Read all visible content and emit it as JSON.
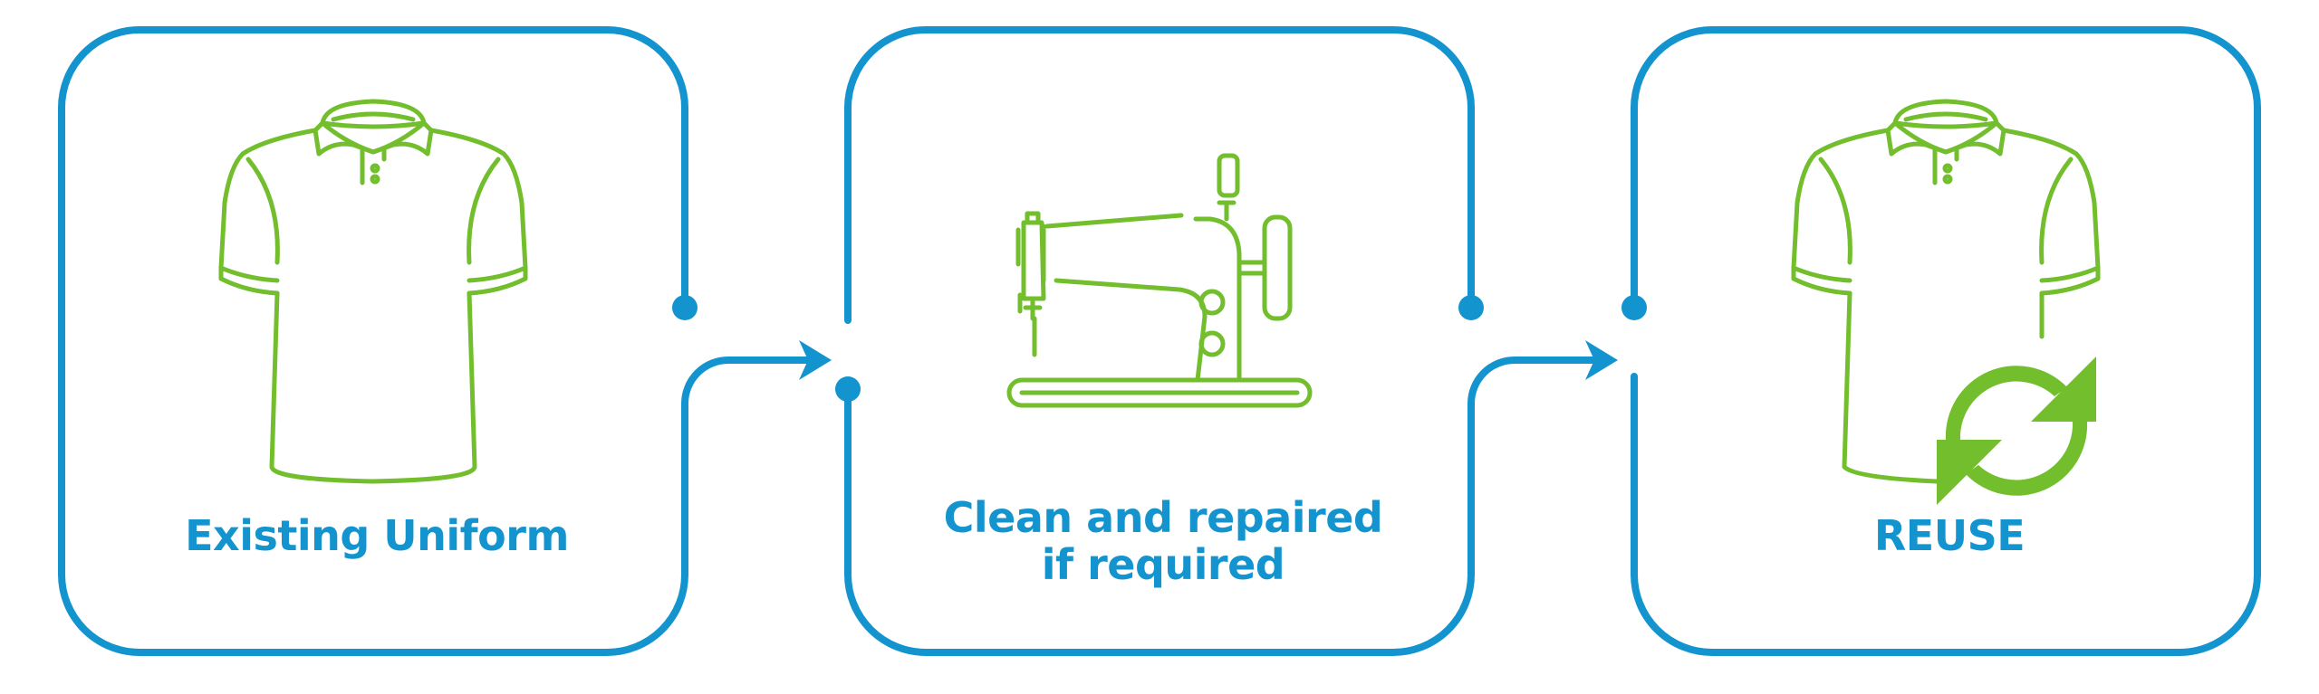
{
  "colors": {
    "frame": "#1494cf",
    "icon": "#72be2d",
    "label": "#1494cf",
    "background": "#ffffff"
  },
  "steps": [
    {
      "icon": "polo-shirt-icon",
      "label_lines": [
        "Existing Uniform"
      ]
    },
    {
      "icon": "sewing-machine-icon",
      "label_lines": [
        "Clean and repaired",
        "if required"
      ]
    },
    {
      "icon": "polo-shirt-recycle-icon",
      "label_lines": [
        "REUSE"
      ]
    }
  ],
  "connectors": [
    {
      "from": 0,
      "to": 1,
      "icon": "arrow-right-icon"
    },
    {
      "from": 1,
      "to": 2,
      "icon": "arrow-right-icon"
    }
  ]
}
